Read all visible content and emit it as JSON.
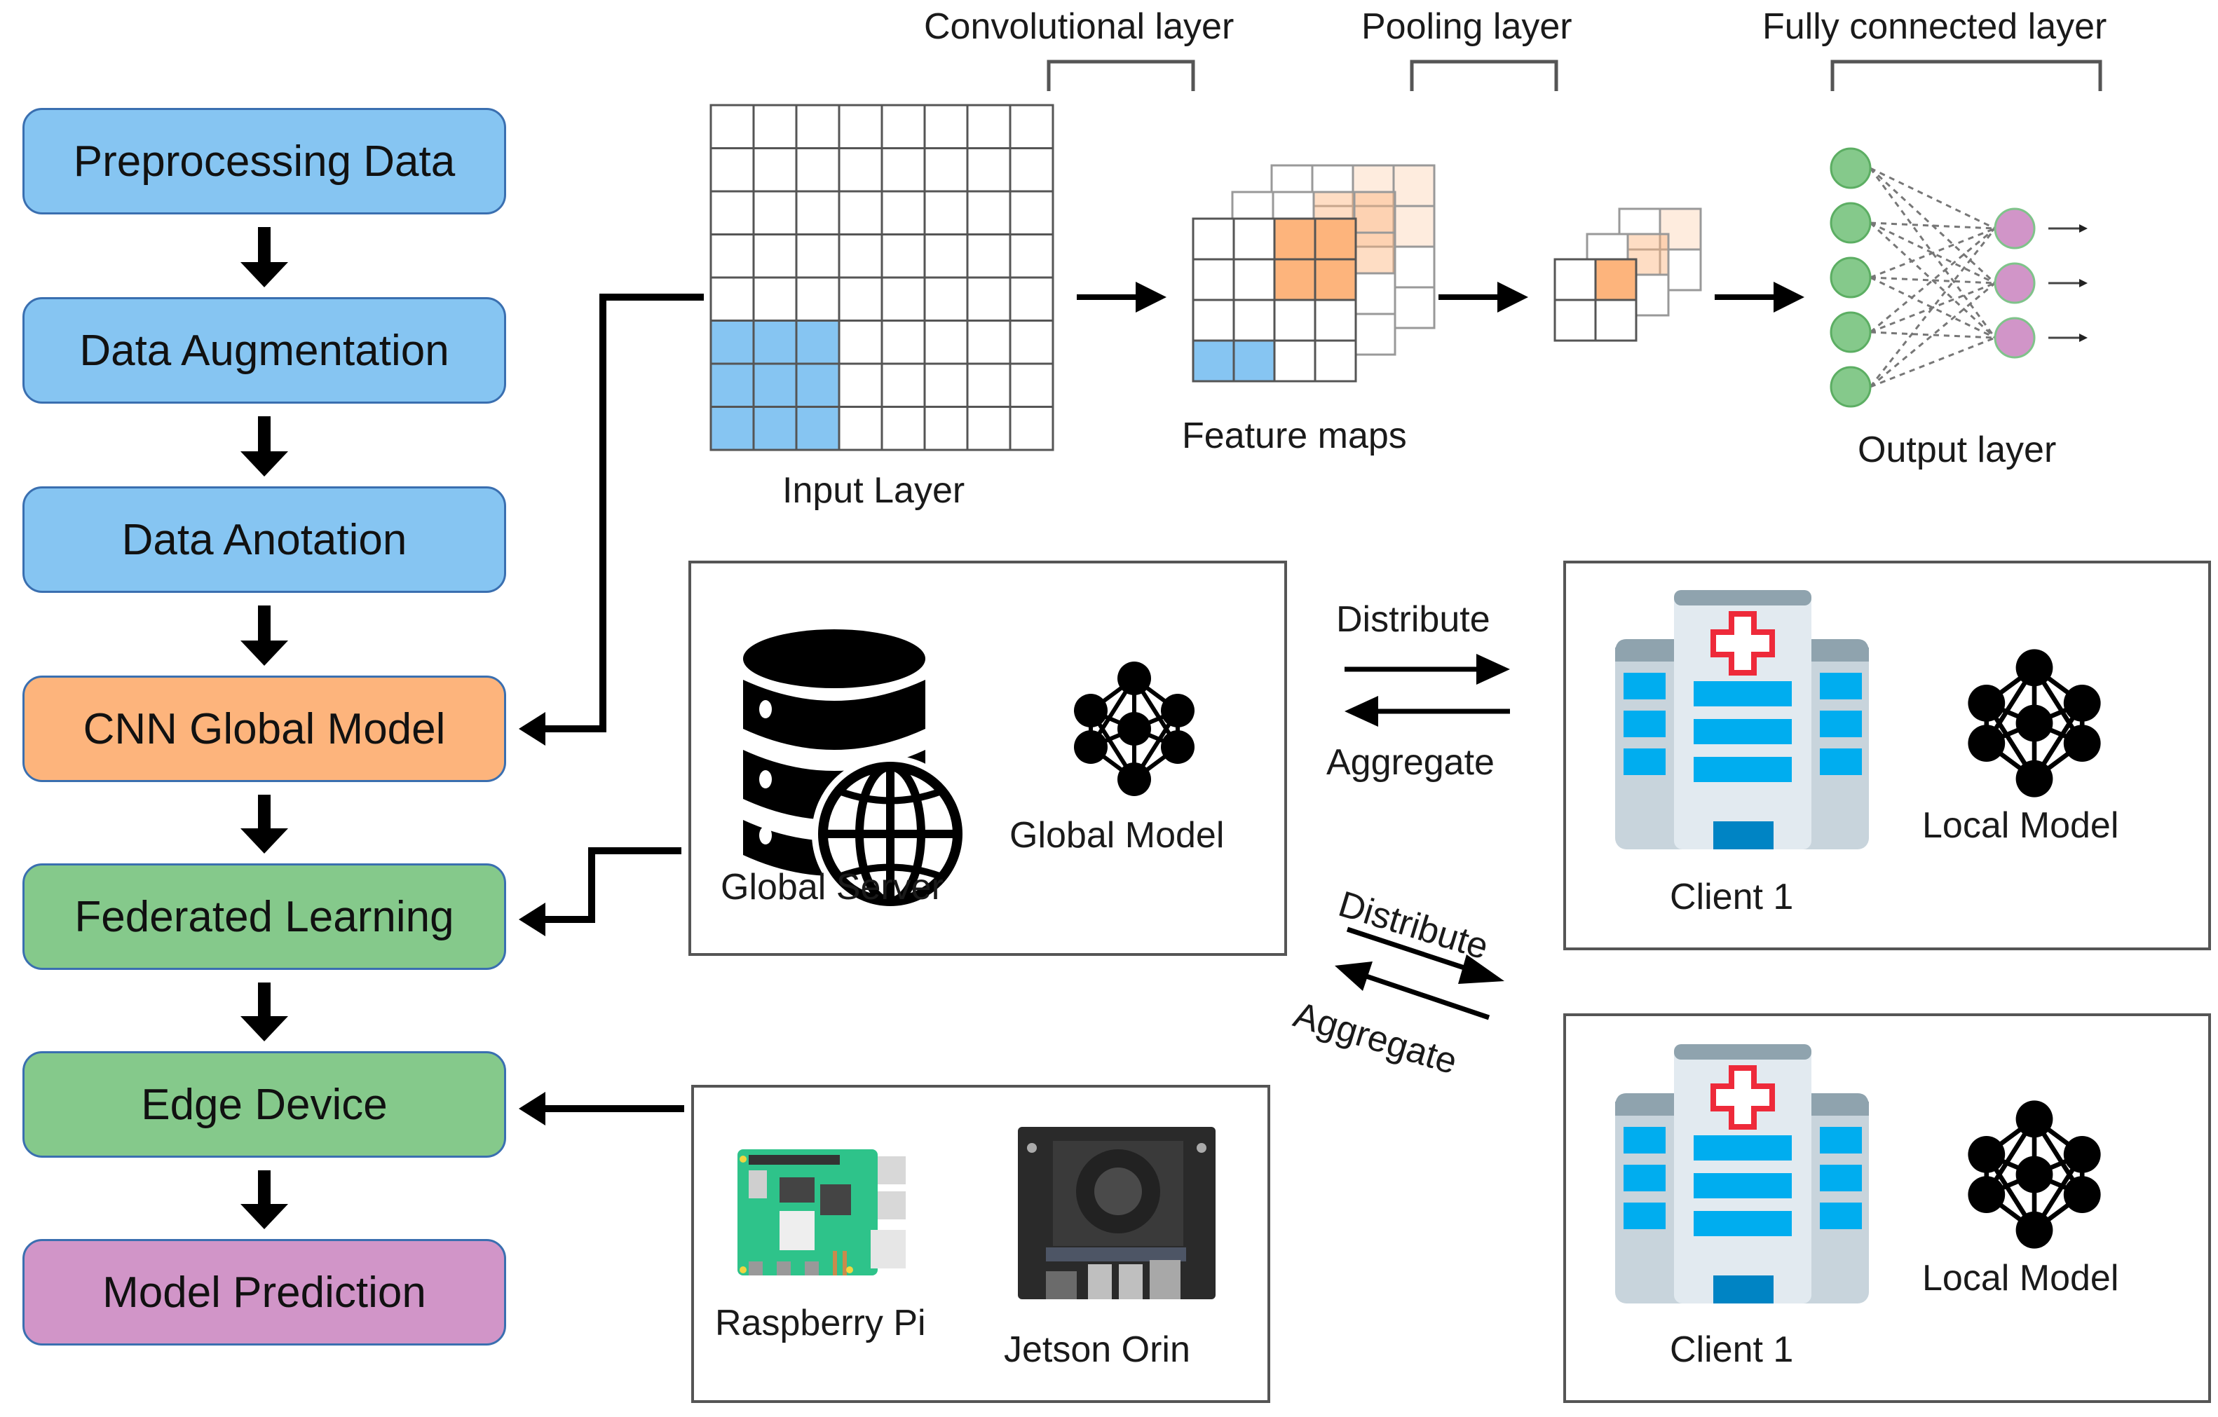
{
  "pipeline": {
    "stages": [
      {
        "label": "Preprocessing Data",
        "color": "#86c5f2"
      },
      {
        "label": "Data Augmentation",
        "color": "#86c5f2"
      },
      {
        "label": "Data Anotation",
        "color": "#86c5f2"
      },
      {
        "label": "CNN Global Model",
        "color": "#fdb47c"
      },
      {
        "label": "Federated Learning",
        "color": "#85c98b"
      },
      {
        "label": "Edge Device",
        "color": "#85c98b"
      },
      {
        "label": "Model Prediction",
        "color": "#d195c8"
      }
    ]
  },
  "cnn": {
    "bracket_labels": {
      "conv": "Convolutional layer",
      "pool": "Pooling layer",
      "fc": "Fully connected layer"
    },
    "input_label": "Input Layer",
    "feature_maps_label": "Feature maps",
    "output_label": "Output layer",
    "input_grid": {
      "rows": 8,
      "cols": 8,
      "highlight_rows": 3,
      "highlight_cols": 3
    },
    "fc_layer": {
      "input_nodes": 5,
      "output_nodes": 3
    },
    "colors": {
      "kernel": "#86c5f2",
      "feature": "#fdb47c",
      "input_node": "#85c98b",
      "output_node": "#d195c8"
    }
  },
  "federated": {
    "server_panel": {
      "server_label": "Global Server",
      "model_label": "Global Model"
    },
    "clients": [
      {
        "client_label": "Client 1",
        "model_label": "Local Model"
      },
      {
        "client_label": "Client 1",
        "model_label": "Local Model"
      }
    ],
    "links": [
      {
        "distribute": "Distribute",
        "aggregate": "Aggregate"
      },
      {
        "distribute": "Distribute",
        "aggregate": "Aggregate"
      }
    ]
  },
  "edge": {
    "devices": [
      {
        "label": "Raspberry Pi"
      },
      {
        "label": "Jetson Orin"
      }
    ]
  },
  "icons": {
    "server": "database-globe-icon",
    "model": "neural-network-icon",
    "client": "hospital-icon",
    "rpi": "raspberry-pi-board-icon",
    "jetson": "jetson-board-icon"
  }
}
